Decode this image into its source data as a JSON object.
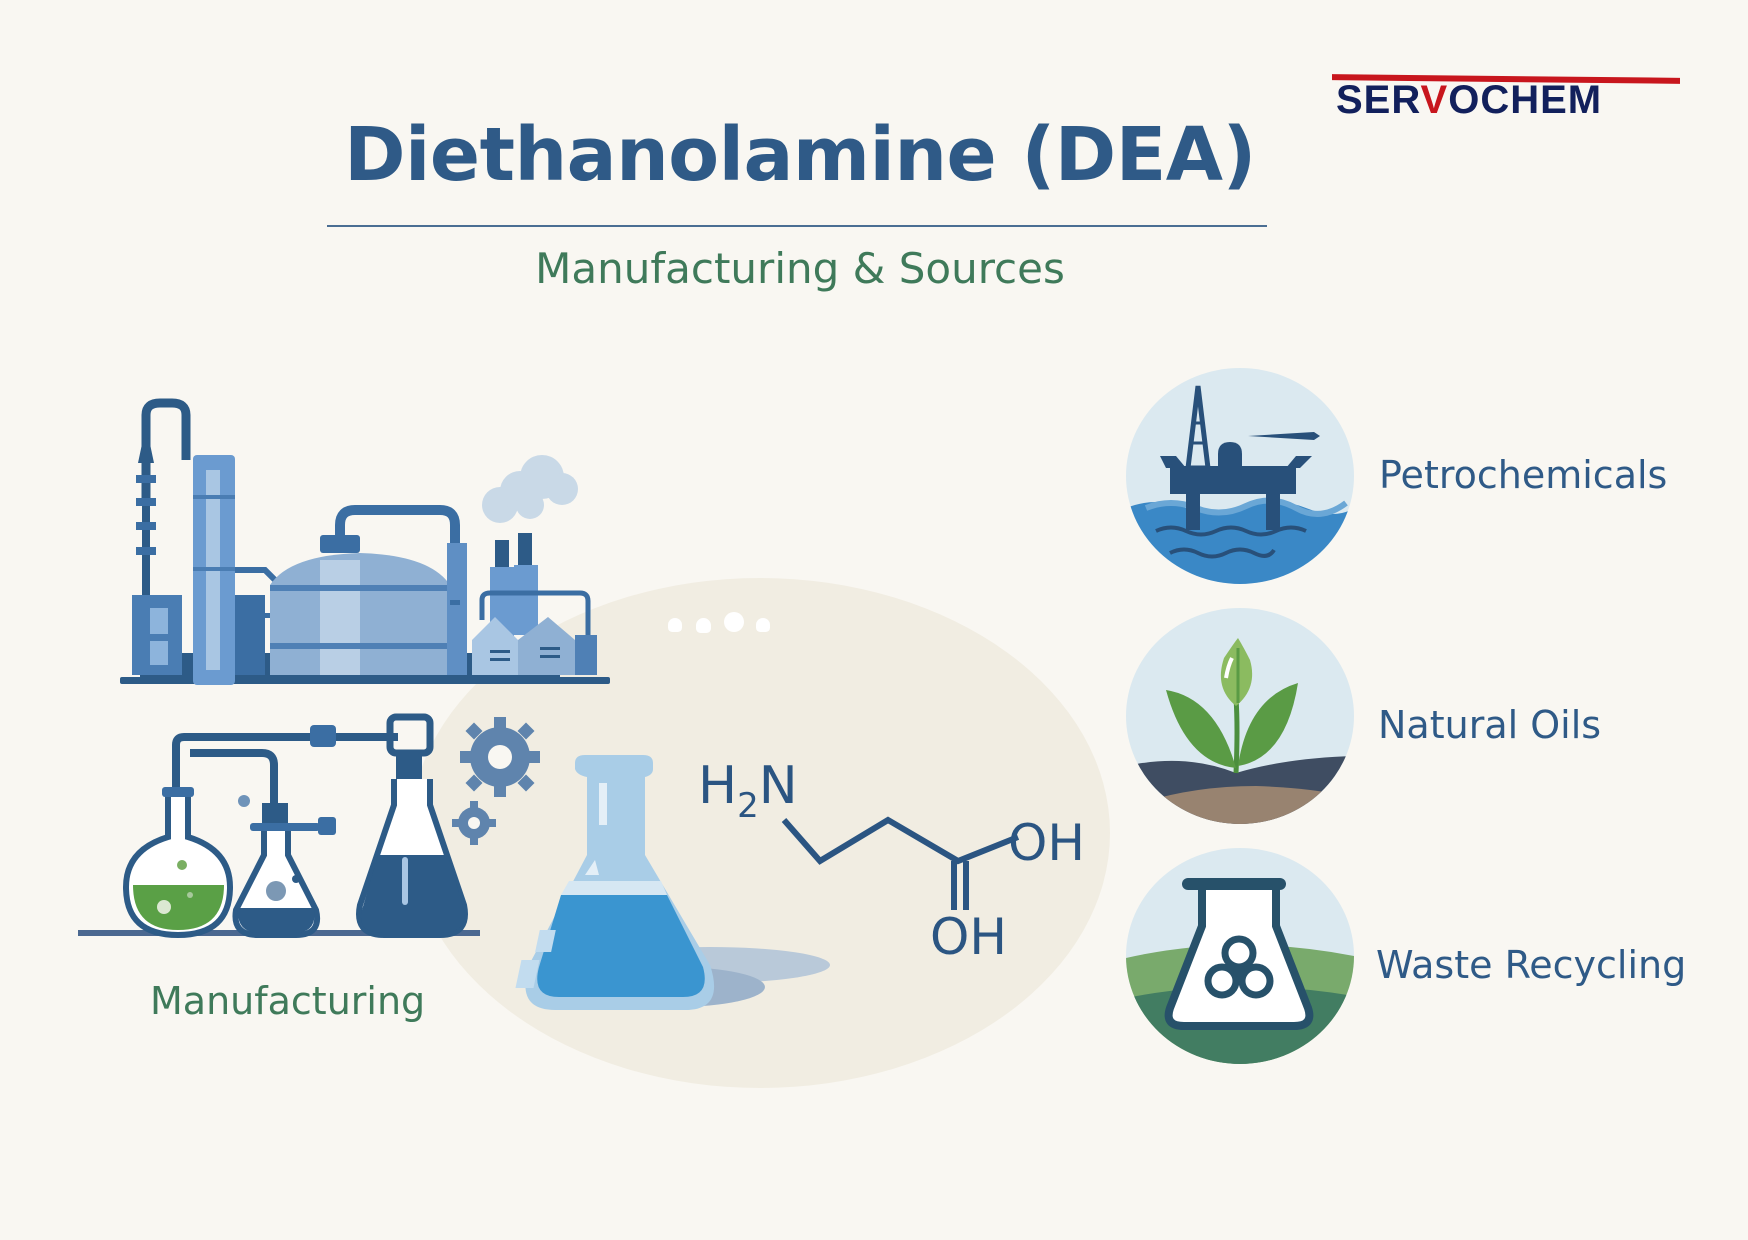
{
  "brand": {
    "logo_text_before": "SER",
    "logo_text_v": "V",
    "logo_text_after": "OCHEM",
    "colors": {
      "navy": "#12205c",
      "red": "#c8161d"
    }
  },
  "header": {
    "title": "Diethanolamine (DEA)",
    "subtitle": "Manufacturing & Sources"
  },
  "manufacturing": {
    "label": "Manufacturing",
    "icons": [
      "chemical-plant-icon",
      "lab-glassware-icon",
      "gear-icon",
      "erlenmeyer-flask-icon"
    ]
  },
  "structure": {
    "amine_label_h": "H",
    "amine_label_sub": "2",
    "amine_label_n": "N",
    "hydroxyl_right": "OH",
    "hydroxyl_bottom": "OH"
  },
  "sources": [
    {
      "label": "Petrochemicals",
      "icon": "oil-rig-icon"
    },
    {
      "label": "Natural Oils",
      "icon": "plant-sprout-icon"
    },
    {
      "label": "Waste Recycling",
      "icon": "biohazard-flask-icon"
    }
  ],
  "colors": {
    "background": "#f9f7f2",
    "title_blue": "#2f5a87",
    "subtitle_green": "#3f7a5a",
    "dark_blue": "#2d5b87",
    "mid_blue": "#5f8fc4",
    "light_blue": "#a9c6e3",
    "plant_green": "#5aa046"
  }
}
